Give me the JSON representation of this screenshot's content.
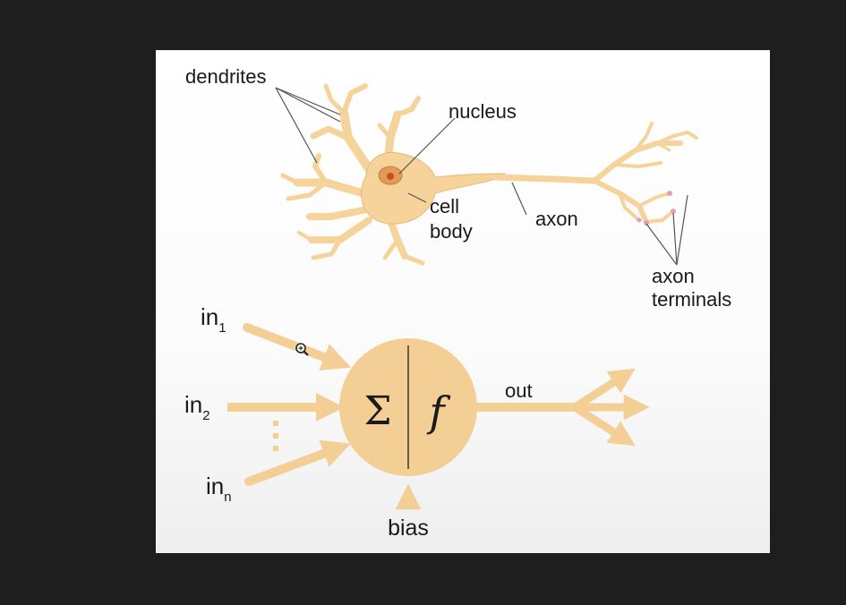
{
  "colors": {
    "background": "#1e1e1e",
    "slide": "#ffffff",
    "neuron_fill": "#f6d39a",
    "neuron_stroke": "#e8b874",
    "nucleus": "#e39a56",
    "nucleolus": "#c8501e",
    "terminal_tip": "#e6a0b4",
    "perceptron": "#f3cf95",
    "arrow": "#f3cf95",
    "leader_line": "#555555",
    "text": "#1a1a1a"
  },
  "neuron": {
    "labels": {
      "dendrites": "dendrites",
      "nucleus": "nucleus",
      "cell_body_line1": "cell",
      "cell_body_line2": "body",
      "axon": "axon",
      "axon_terminals_line1": "axon",
      "axon_terminals_line2": "terminals"
    }
  },
  "perceptron": {
    "inputs": [
      {
        "base": "in",
        "sub": "1"
      },
      {
        "base": "in",
        "sub": "2"
      },
      {
        "base": "in",
        "sub": "n"
      }
    ],
    "sum_symbol": "Σ",
    "activation_symbol": "f",
    "output_label": "out",
    "bias_label": "bias"
  },
  "cursor": {
    "icon": "zoom-cursor-icon"
  }
}
